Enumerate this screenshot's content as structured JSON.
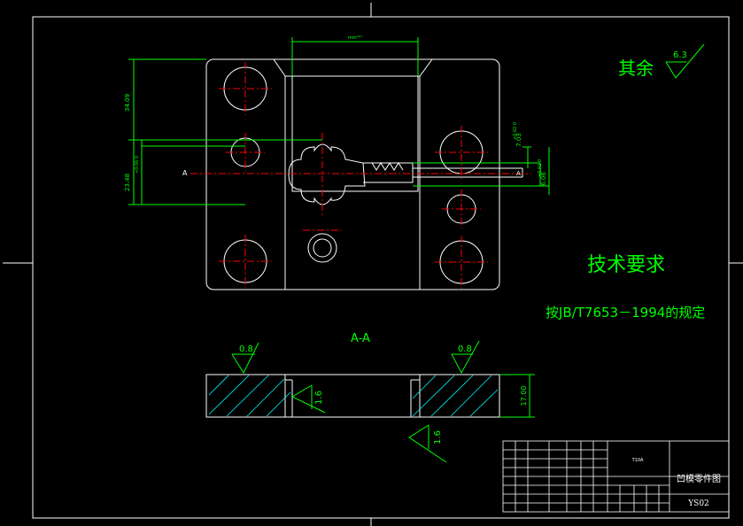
{
  "surface_finish": {
    "remaining_label": "其余",
    "remaining_value": "6.3",
    "top_left_value": "0.8",
    "top_right_value": "0.8",
    "side_value": "1.6",
    "bottom_value": "1.6"
  },
  "tech_requirements": {
    "title": "技术要求",
    "line1": "按JB/T7653－1994的规定"
  },
  "section_label": "A-A",
  "marker_a_left": "A",
  "marker_a_right": "A",
  "dimensions": {
    "top_width": "mm°⁰¹",
    "left_upper": "34.09",
    "left_lower": "23.48",
    "left_lower_tol": "+0.06 0",
    "right_upper": "7.03",
    "right_upper_tol": "+0.02 0",
    "right_lower": "6.06",
    "right_lower_tol": "+0.02 0",
    "thickness": "17.00"
  },
  "title_block": {
    "drawing_title": "凹模零件图",
    "drawing_no": "YS02",
    "small_text": "T10A"
  },
  "colors": {
    "outline": "#ffffff",
    "dimension": "#00ff00",
    "centerline": "#ff0000",
    "hatch": "#00ffff",
    "finish_text": "#00ff00"
  }
}
